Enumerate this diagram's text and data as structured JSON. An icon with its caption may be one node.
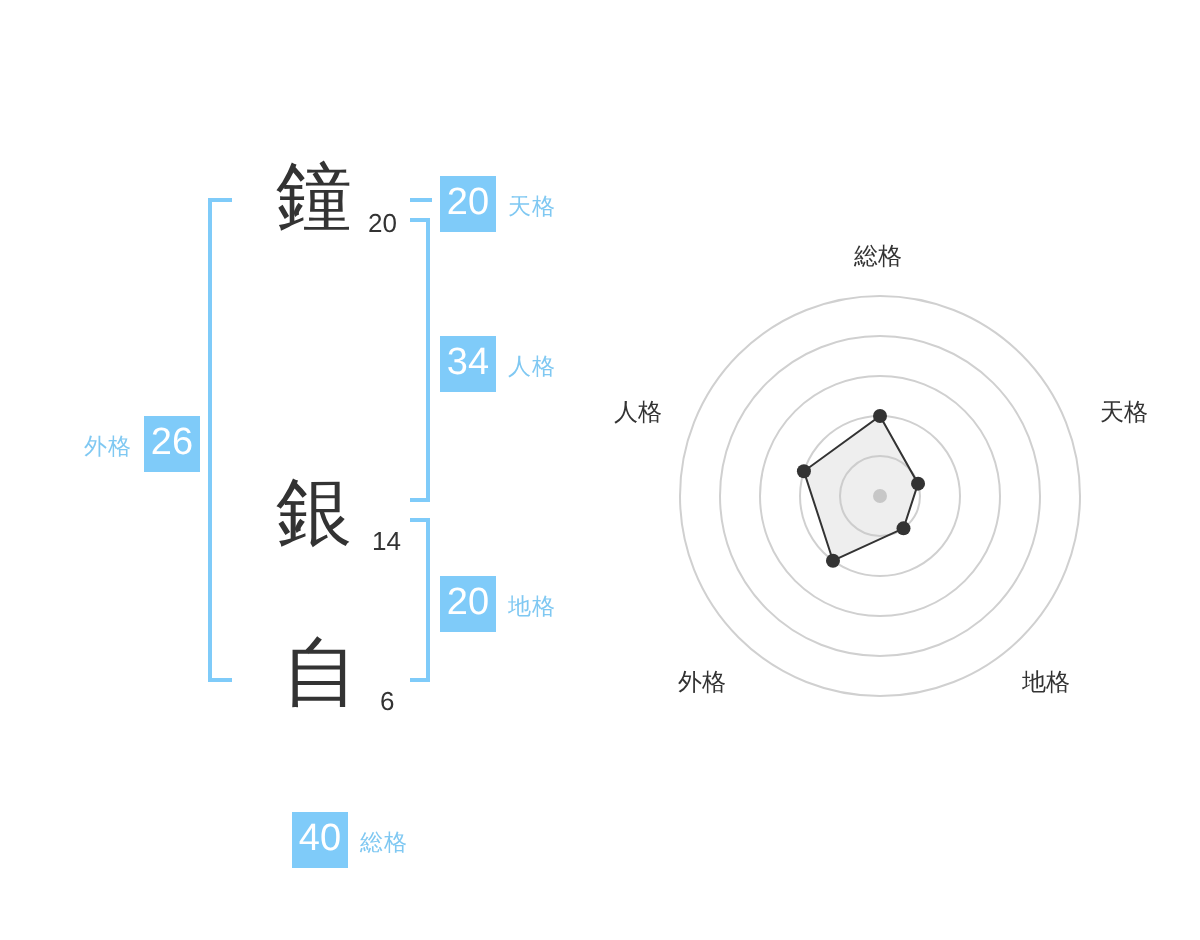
{
  "diagram": {
    "nodes": [
      {
        "text": [
          "20"
        ],
        "beside": [
          "天格"
        ]
      },
      {
        "text": [
          "34"
        ],
        "beside": [
          "人格"
        ]
      },
      {
        "text": [
          "26"
        ],
        "beside": [
          "外格"
        ]
      },
      {
        "text": [
          "20"
        ],
        "beside": [
          "地格"
        ]
      },
      {
        "text": [
          "40"
        ],
        "beside": [
          "総格"
        ]
      }
    ],
    "labels": [
      "鐘",
      "20",
      "銀",
      "14",
      "自",
      "6",
      "総格",
      "人格",
      "天格",
      "外格",
      "地格"
    ]
  }
}
